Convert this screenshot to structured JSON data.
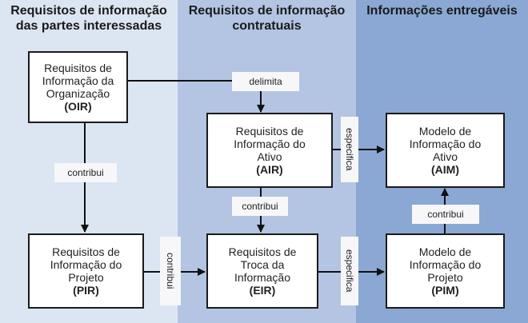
{
  "columns": [
    {
      "title_line1": "Requisitos de informação",
      "title_line2": "das partes interessadas",
      "color": "#dce6f2"
    },
    {
      "title_line1": "Requisitos de informação",
      "title_line2": "contratuais",
      "color": "#b3c5e2"
    },
    {
      "title_line1": "Informações entregáveis",
      "title_line2": "",
      "color": "#8aa8d3"
    }
  ],
  "boxes": {
    "oir": {
      "lines": [
        "Requisitos de",
        "Informação da",
        "Organização"
      ],
      "code": "(OIR)"
    },
    "air": {
      "lines": [
        "Requisitos de",
        "Informação do",
        "Ativo"
      ],
      "code": "(AIR)"
    },
    "aim": {
      "lines": [
        "Modelo de",
        "Informação do",
        "Ativo"
      ],
      "code": "(AIM)"
    },
    "pir": {
      "lines": [
        "Requisitos de",
        "Informação do",
        "Projeto"
      ],
      "code": "(PIR)"
    },
    "eir": {
      "lines": [
        "Requisitos de",
        "Troca da",
        "Informação"
      ],
      "code": "(EIR)"
    },
    "pim": {
      "lines": [
        "Modelo de",
        "Informação do",
        "Projeto"
      ],
      "code": "(PIM)"
    }
  },
  "edge_labels": {
    "delimita": "delimita",
    "contribui_oir_pir": "contribui",
    "especifica_air_aim": "especifica",
    "contribui_air_eir": "contribui",
    "contribui_pim_aim": "contribui",
    "contribui_pir_eir": "contribui",
    "especifica_eir_pim": "especifica"
  }
}
